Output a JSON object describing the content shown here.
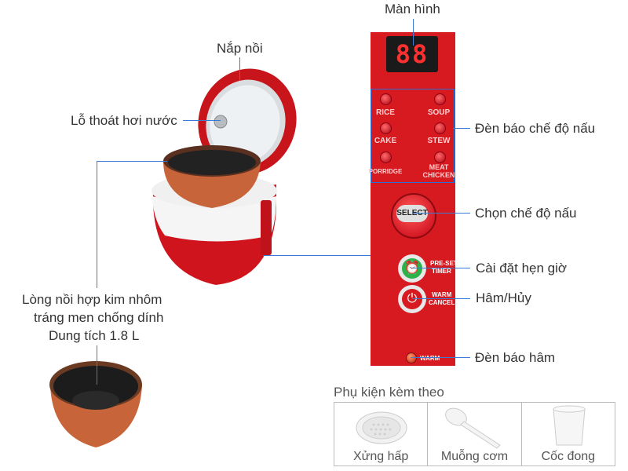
{
  "labels": {
    "screen": "Màn hình",
    "lid": "Nắp nồi",
    "steam_vent": "Lỗ thoát hơi nước",
    "mode_lights": "Đèn báo chế độ nấu",
    "select_mode": "Chọn chế độ nấu",
    "timer": "Cài đặt hẹn giờ",
    "warm_cancel": "Hâm/Hủy",
    "warm_light": "Đèn báo hâm",
    "inner_pot_line1": "Lòng nồi hợp kim nhôm",
    "inner_pot_line2": "tráng men chống dính",
    "inner_pot_line3": "Dung tích 1.8 L"
  },
  "panel": {
    "display_value": "88",
    "modes": [
      "RICE",
      "SOUP",
      "CAKE",
      "STEW",
      "PORRIDGE",
      "MEAT CHICKEN"
    ],
    "select_label": "SELECT",
    "timer_label_1": "PRE-SET",
    "timer_label_2": "TIMER",
    "cancel_label_1": "WARM",
    "cancel_label_2": "CANCEL",
    "warm_indicator": "WARM"
  },
  "accessories": {
    "title": "Phụ kiện kèm theo",
    "items": [
      "Xửng hấp",
      "Muỗng cơm",
      "Cốc đong"
    ]
  },
  "colors": {
    "panel_red": "#d71920",
    "pointer_blue": "#3a7bd5",
    "timer_green": "#2bb34a"
  }
}
